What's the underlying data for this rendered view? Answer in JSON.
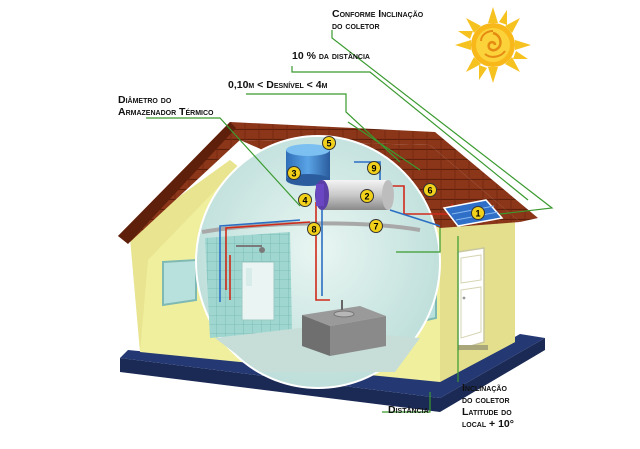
{
  "labels": {
    "inclinacao_conforme": [
      "Conforme Inclinação",
      "do coletor"
    ],
    "dez_porcento": "10 % da distância",
    "desnivel": "0,10m < Desnível < 4m",
    "diametro": [
      "Diâmetro do",
      "Armazenador Térmico"
    ],
    "distancia": "Distância",
    "inclinacao_latitude": [
      "Inclinação",
      "do coletor",
      "Latitude do",
      "local + 10°"
    ]
  },
  "markers": [
    "1",
    "2",
    "3",
    "4",
    "5",
    "6",
    "7",
    "8",
    "9"
  ],
  "colors": {
    "wall": "#f0ef9e",
    "wall_shade": "#d9d486",
    "roof": "#8b3519",
    "roof_dark": "#5e1f0b",
    "ground": "#1b2a55",
    "sun": "#f6c21f",
    "marker": "#f2d11b",
    "green_line": "#3a9a2f",
    "pipe_hot": "#d02a1a",
    "pipe_cold": "#2b6fc4",
    "interior": "#cfe8e6"
  },
  "icons": [
    "sun-icon",
    "solar-collector-icon",
    "water-tank-icon",
    "thermal-reservoir-icon",
    "door-icon",
    "sink-icon",
    "shower-icon"
  ]
}
